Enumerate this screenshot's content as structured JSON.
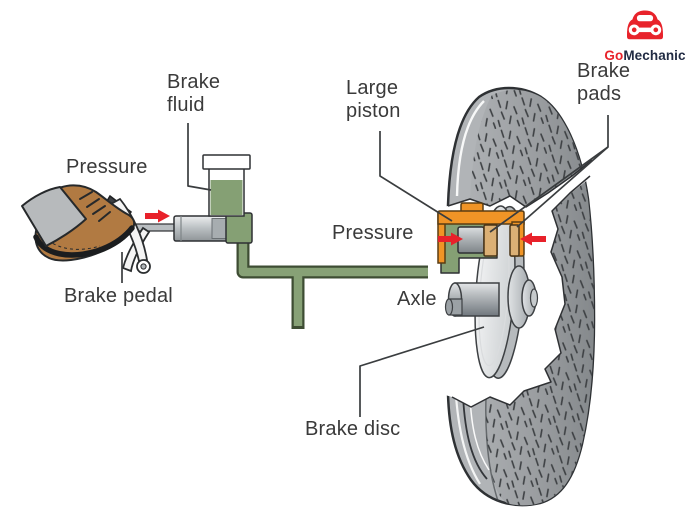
{
  "logo": {
    "go": "Go",
    "mechanic": "Mechanic"
  },
  "labels": {
    "pressure_pedal": "Pressure",
    "brake_fluid": "Brake\nfluid",
    "brake_pedal": "Brake pedal",
    "large_piston": "Large\npiston",
    "pressure_caliper": "Pressure",
    "brake_pads": "Brake\npads",
    "axle": "Axle",
    "brake_disc": "Brake disc"
  },
  "colors": {
    "arrow_red": "#e8212a",
    "hydraulic_green": "#85a074",
    "caliper_orange": "#f09426",
    "pad_tan": "#dbb075",
    "tire_gray": "#9a9da0",
    "label_text": "#3a3a3a",
    "logo_red": "#e8232b",
    "logo_navy": "#222c44"
  }
}
